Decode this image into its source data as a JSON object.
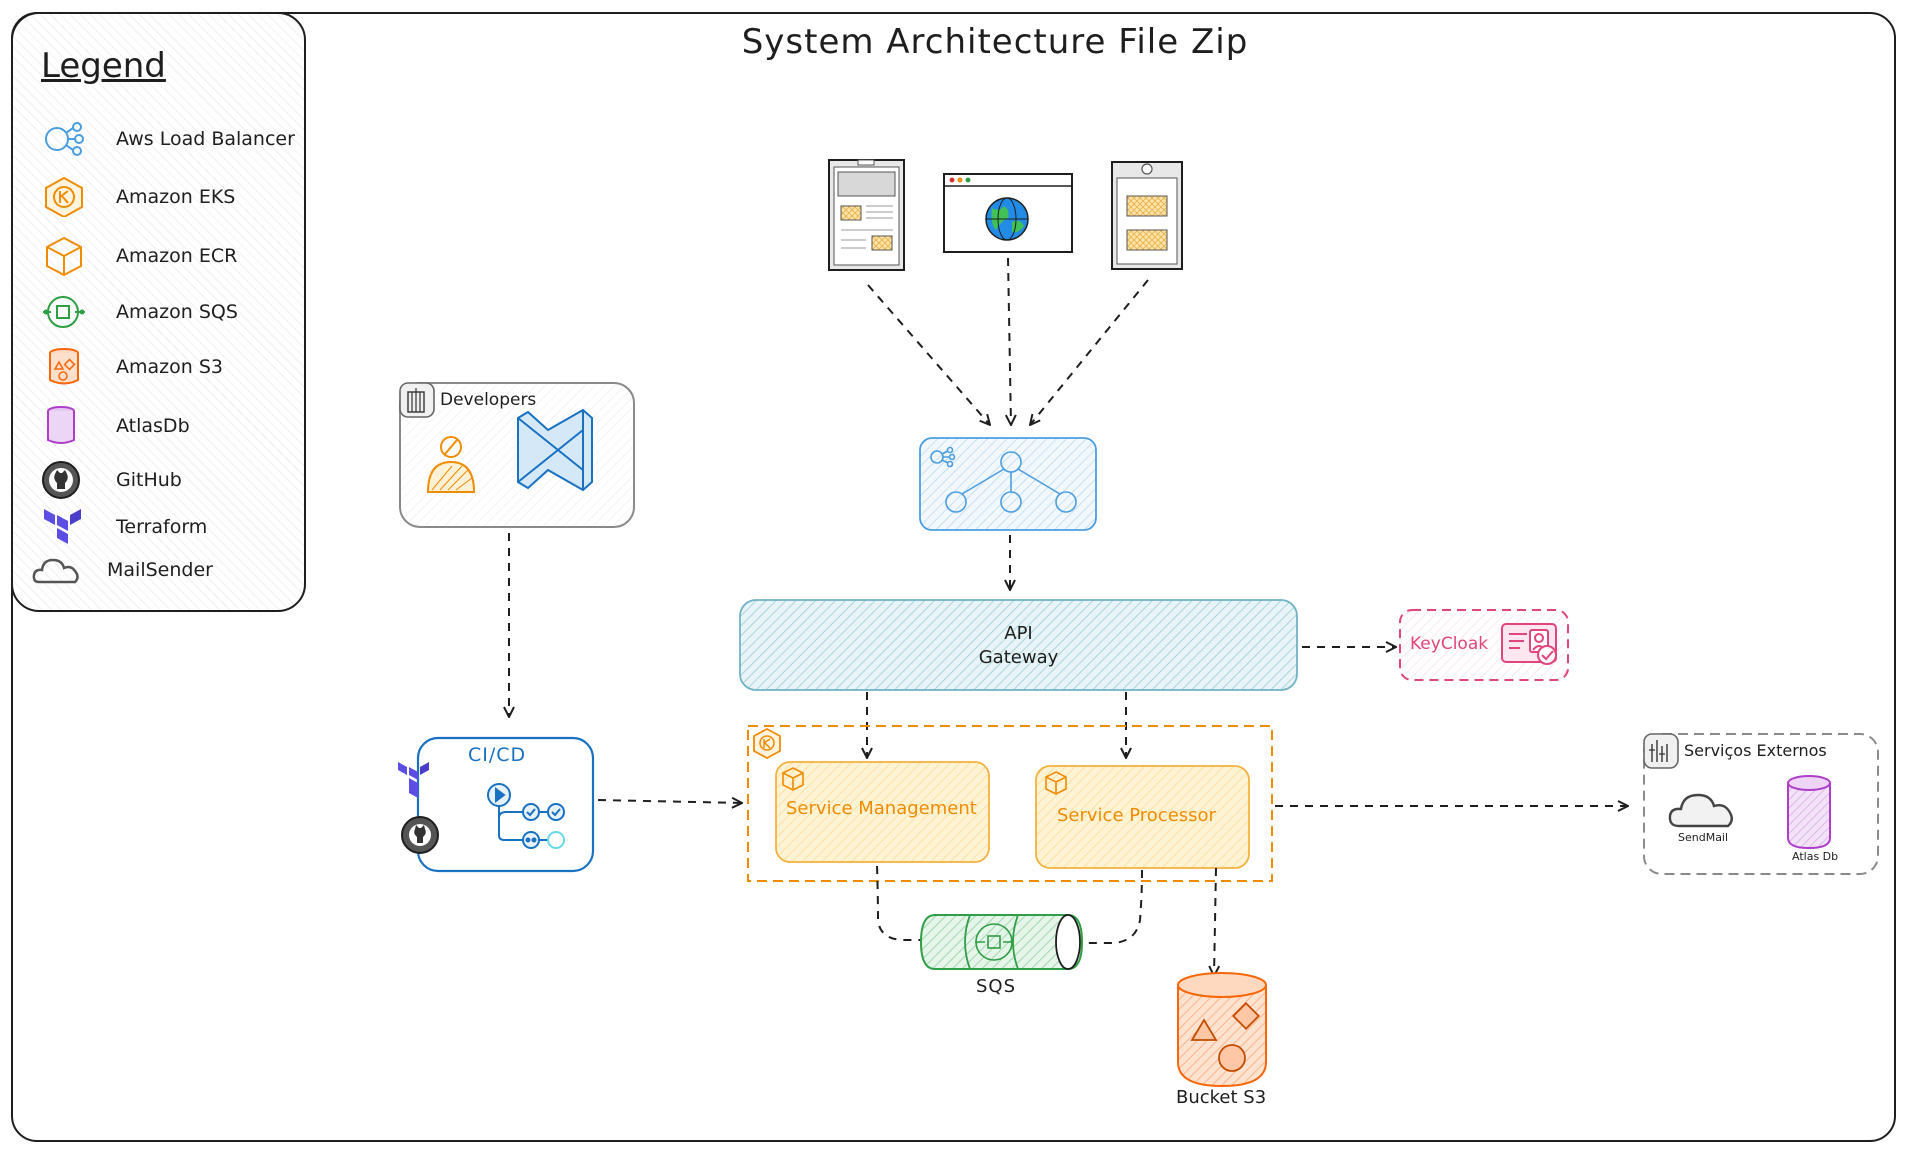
{
  "title": "System Architecture File Zip",
  "legend": {
    "title": "Legend",
    "items": [
      {
        "label": "Aws Load Balancer",
        "icon": "load-balancer-icon"
      },
      {
        "label": "Amazon EKS",
        "icon": "eks-icon"
      },
      {
        "label": "Amazon ECR",
        "icon": "ecr-icon"
      },
      {
        "label": "Amazon SQS",
        "icon": "sqs-icon"
      },
      {
        "label": "Amazon S3",
        "icon": "s3-icon"
      },
      {
        "label": "AtlasDb",
        "icon": "atlasdb-icon"
      },
      {
        "label": "GitHub",
        "icon": "github-icon"
      },
      {
        "label": "Terraform",
        "icon": "terraform-icon"
      },
      {
        "label": "MailSender",
        "icon": "cloud-icon"
      }
    ]
  },
  "clients": [
    "tablet-icon",
    "browser-globe-icon",
    "mobile-icon"
  ],
  "developers": {
    "label": "Developers"
  },
  "cicd": {
    "label": "CI/CD"
  },
  "api_gateway": {
    "line1": "API",
    "line2": "Gateway"
  },
  "keycloak": {
    "label": "KeyCloak"
  },
  "services": {
    "management": "Service Management",
    "processor": "Service Processor"
  },
  "sqs": {
    "label": "SQS"
  },
  "bucket": {
    "label": "Bucket S3"
  },
  "external": {
    "title": "Serviços Externos",
    "sendmail": "SendMail",
    "atlasdb": "Atlas Db"
  },
  "colors": {
    "stroke": "#1e1e1e",
    "lb_blue": "#4a9ee0",
    "gateway_teal": "#7fbfcc",
    "eks_orange": "#f08c00",
    "service_fill": "#ffe8b0",
    "keycloak_pink": "#e0457b",
    "cicd_blue": "#1971c2",
    "sqs_green": "#2f9e44",
    "s3_orange": "#f76707",
    "atlas_purple": "#ae3ec9",
    "terraform_purple": "#5c4ee5"
  }
}
